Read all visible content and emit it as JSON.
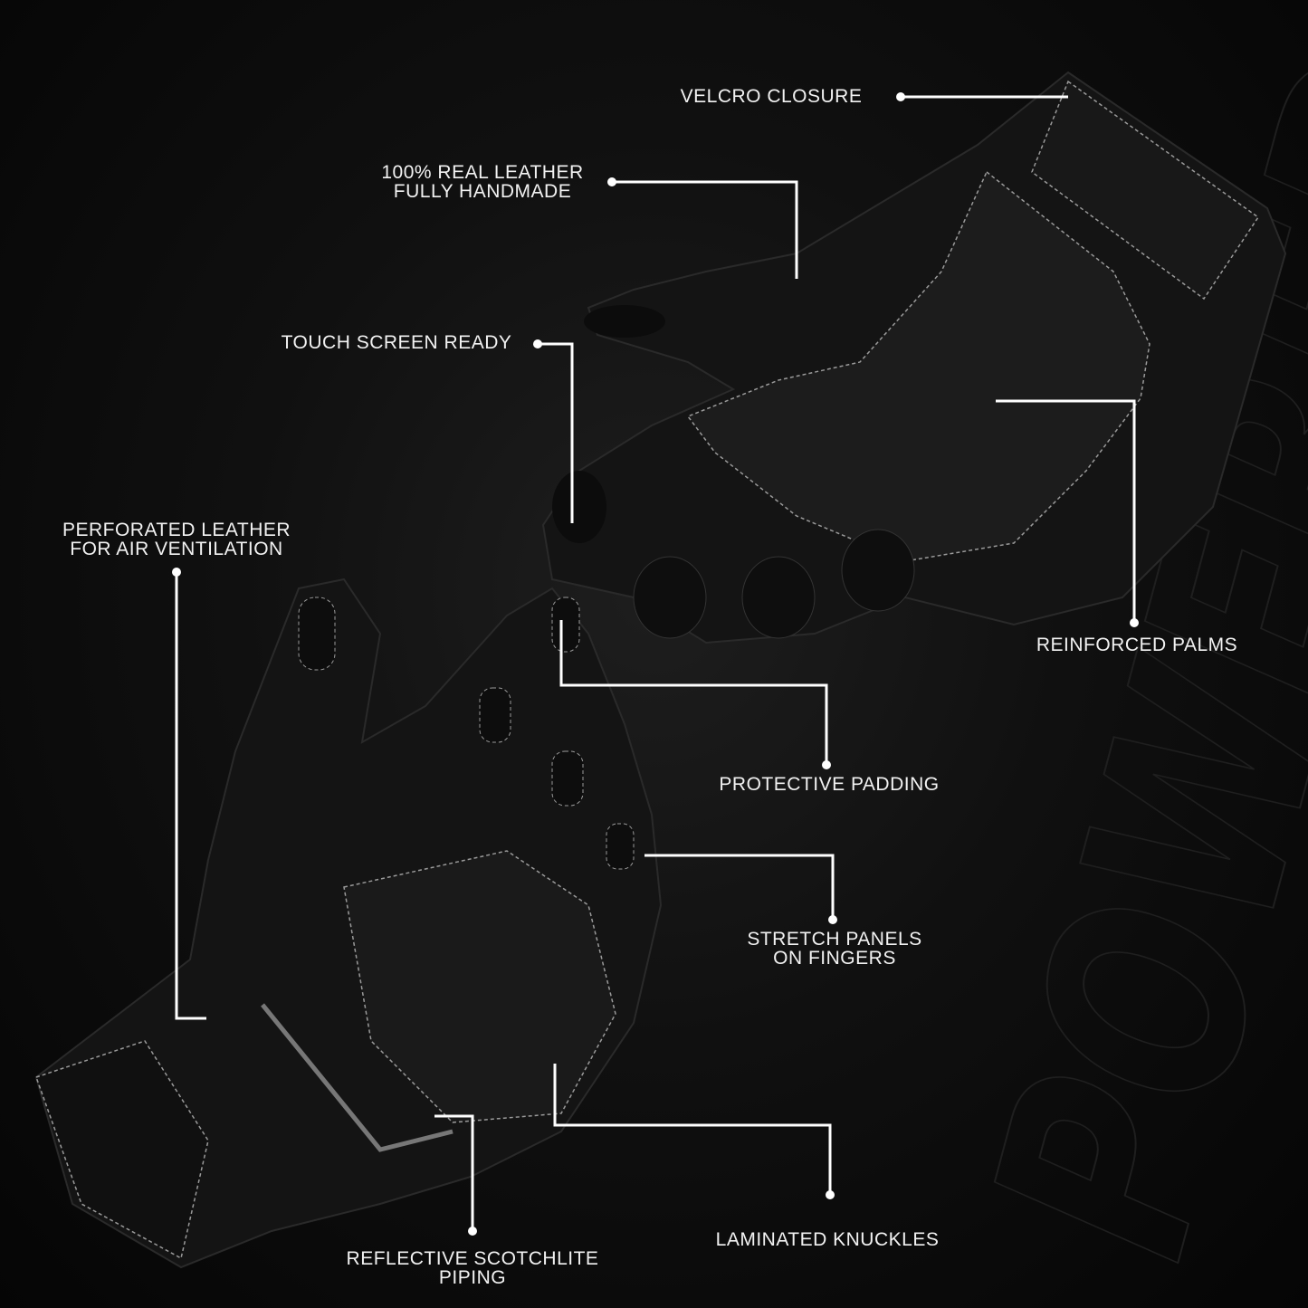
{
  "watermark": "POWERED",
  "accent_color": "#ffffff",
  "callouts": {
    "velcro": "VELCRO CLOSURE",
    "leather_1": "100% REAL LEATHER",
    "leather_2": "FULLY HANDMADE",
    "touch": "TOUCH SCREEN READY",
    "perforated_1": "PERFORATED LEATHER",
    "perforated_2": "FOR AIR VENTILATION",
    "reinforced": "REINFORCED PALMS",
    "protective": "PROTECTIVE PADDING",
    "stretch_1": "STRETCH PANELS",
    "stretch_2": "ON FINGERS",
    "laminated": "LAMINATED KNUCKLES",
    "reflective_1": "REFLECTIVE SCOTCHLITE",
    "reflective_2": "PIPING"
  }
}
